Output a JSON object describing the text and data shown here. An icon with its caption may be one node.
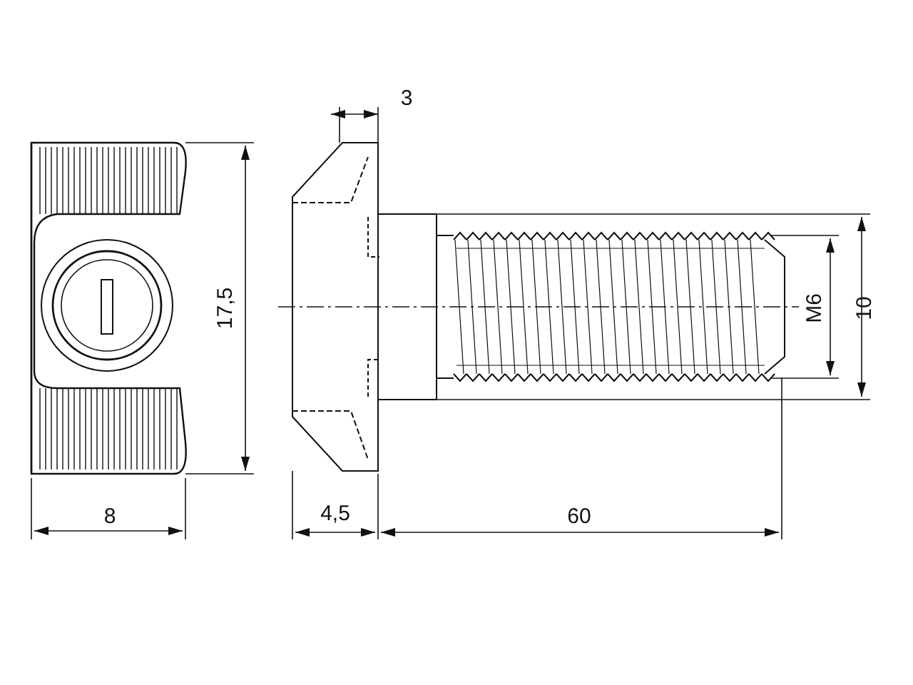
{
  "diagram": {
    "labels": [
      "3",
      "17,5",
      "M6",
      "10",
      "8",
      "4,5",
      "60"
    ]
  }
}
